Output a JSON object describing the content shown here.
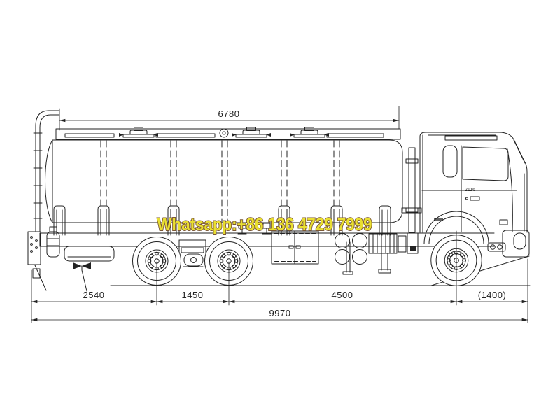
{
  "page": {
    "background": "#ffffff"
  },
  "drawing": {
    "title": "fuel tank truck side elevation drawing",
    "line_color": "#222222",
    "cab_model_label": "2116"
  },
  "dimensions": {
    "tank_length": "6780",
    "rear_overhang": "2540",
    "rear_axle_spacing": "1450",
    "wheelbase": "4500",
    "front_overhang": "(1400)",
    "overall_length": "9970"
  },
  "watermark": {
    "text": "Whatsapp:+86 136 4729 7999",
    "fill": "#e9df31",
    "outline": "#7b5733"
  }
}
